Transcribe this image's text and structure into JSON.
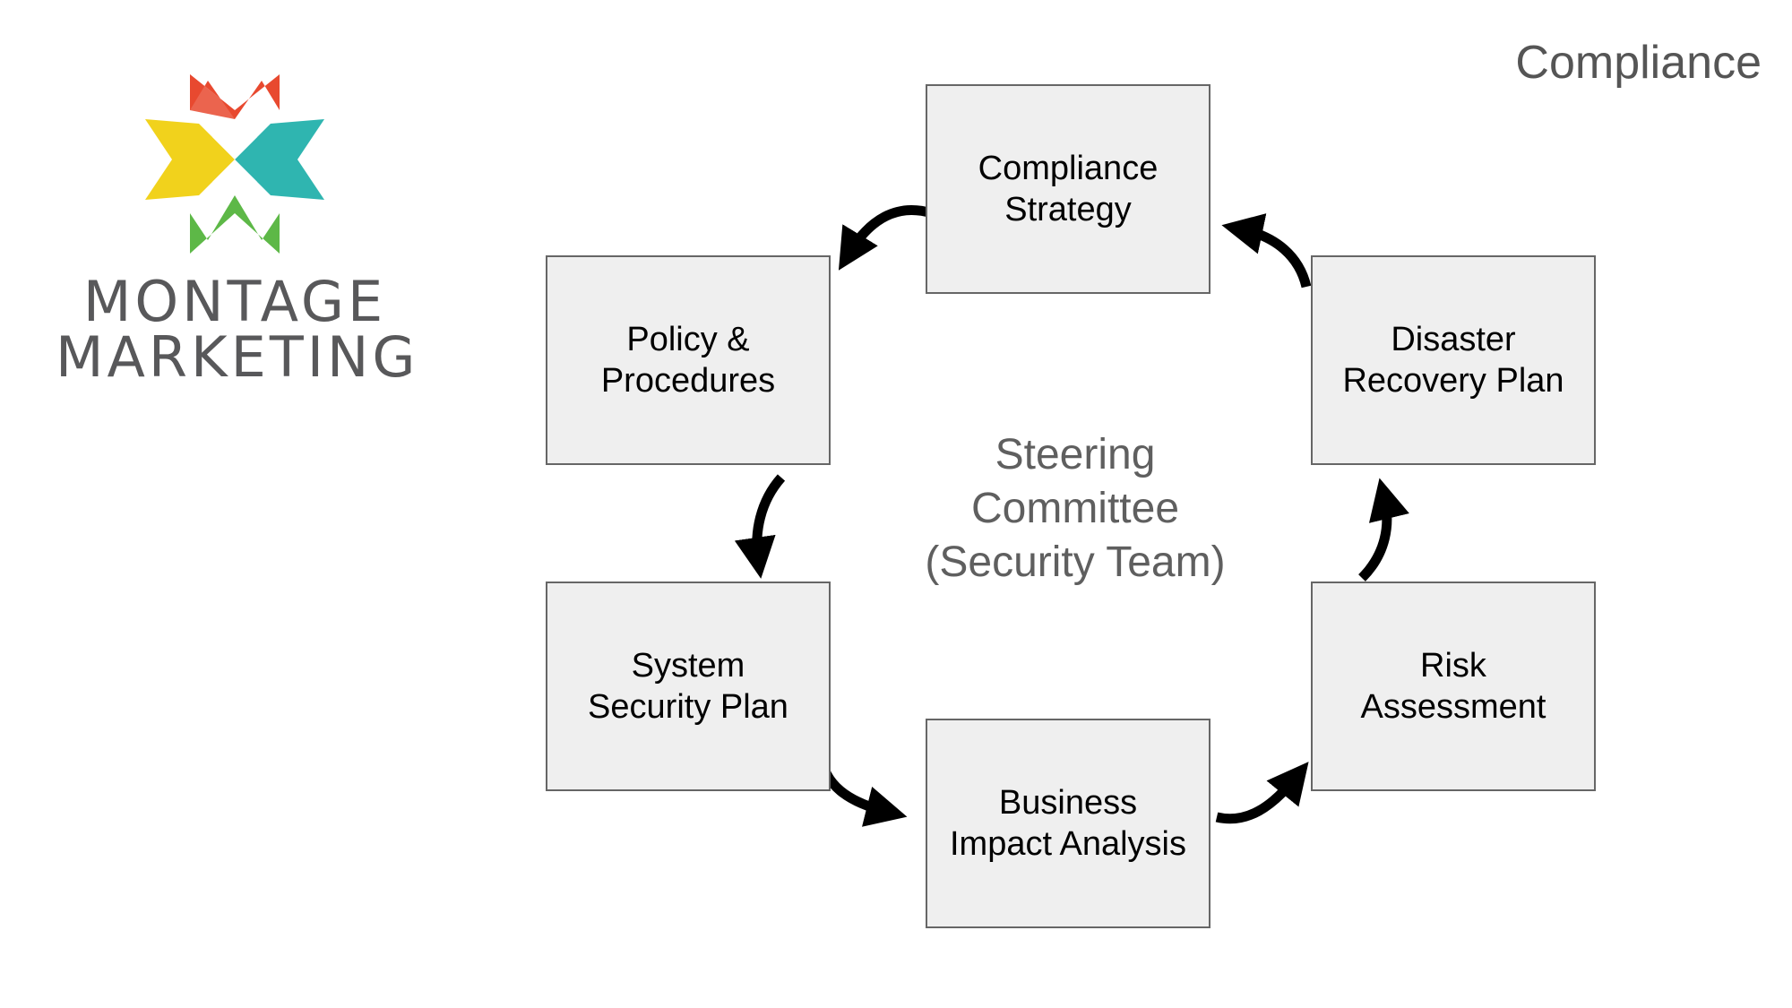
{
  "slide": {
    "title": "Compliance"
  },
  "logo": {
    "line1": "MONTAGE",
    "line2": "MARKETING"
  },
  "center": {
    "line1": "Steering",
    "line2": "Committee",
    "line3": "(Security Team)"
  },
  "boxes": {
    "strategy": {
      "line1": "Compliance",
      "line2": "Strategy"
    },
    "policy": {
      "line1": "Policy &",
      "line2": "Procedures"
    },
    "disaster": {
      "line1": "Disaster",
      "line2": "Recovery Plan"
    },
    "system": {
      "line1": "System",
      "line2": "Security Plan"
    },
    "risk": {
      "line1": "Risk",
      "line2": "Assessment"
    },
    "bia": {
      "line1": "Business",
      "line2": "Impact Analysis"
    }
  },
  "colors": {
    "box_fill": "#efefef",
    "box_border": "#666666",
    "logo_red": "#e8492f",
    "logo_teal": "#2fb5b0",
    "logo_green": "#5db847",
    "logo_yellow": "#f1d21c"
  }
}
